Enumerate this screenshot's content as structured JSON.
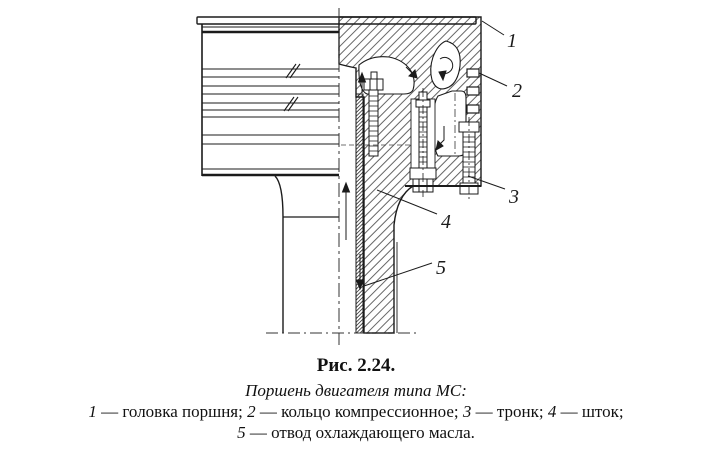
{
  "figure": {
    "number": "Рис. 2.24.",
    "subtitle": "Поршень двигателя типа МС:",
    "legend": {
      "items": [
        {
          "num": "1",
          "text": "— головка поршня;"
        },
        {
          "num": "2",
          "text": "— кольцо компрессионное;"
        },
        {
          "num": "3",
          "text": "— тронк;"
        },
        {
          "num": "4",
          "text": "— шток;"
        },
        {
          "num": "5",
          "text": "— отвод охлаждающего масла."
        }
      ]
    },
    "callouts": [
      {
        "label": "1"
      },
      {
        "label": "2"
      },
      {
        "label": "3"
      },
      {
        "label": "4"
      },
      {
        "label": "5"
      }
    ]
  }
}
